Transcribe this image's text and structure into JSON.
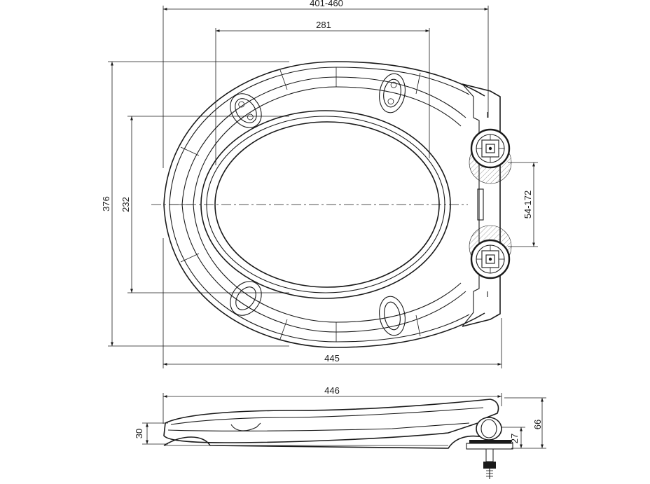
{
  "drawing": {
    "line_color": "#1a1a1a",
    "hatch_color": "#555555",
    "top_view": {
      "dim_overall_hinge_width": "401-460",
      "dim_bolt_spacing": "281",
      "dim_overall_length": "376",
      "dim_opening_length": "232",
      "dim_hinge_adjust": "54-172",
      "dim_overall_width": "445"
    },
    "side_view": {
      "dim_length": "446",
      "dim_seat_thickness": "30",
      "dim_hinge_height_low": "27",
      "dim_hinge_height_total": "66"
    }
  }
}
